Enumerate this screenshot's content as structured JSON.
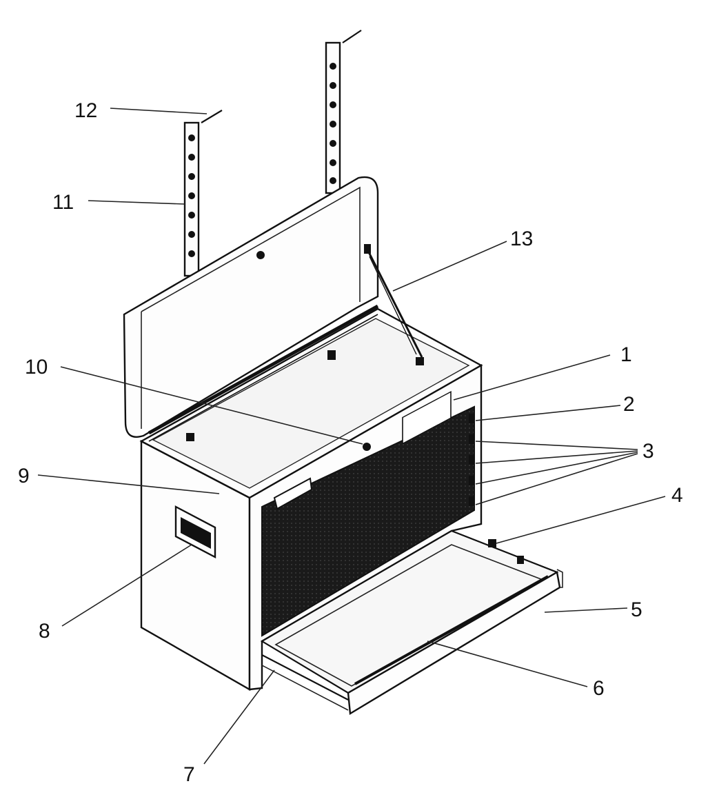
{
  "figure": {
    "callouts": [
      {
        "id": "1",
        "text": "1"
      },
      {
        "id": "2",
        "text": "2"
      },
      {
        "id": "3",
        "text": "3"
      },
      {
        "id": "4",
        "text": "4"
      },
      {
        "id": "5",
        "text": "5"
      },
      {
        "id": "6",
        "text": "6"
      },
      {
        "id": "7",
        "text": "7"
      },
      {
        "id": "8",
        "text": "8"
      },
      {
        "id": "9",
        "text": "9"
      },
      {
        "id": "10",
        "text": "10"
      },
      {
        "id": "11",
        "text": "11"
      },
      {
        "id": "12",
        "text": "12"
      },
      {
        "id": "13",
        "text": "13"
      }
    ],
    "colors": {
      "line": "#111111",
      "mesh": "#1a1a1a",
      "background": "#ffffff"
    }
  }
}
